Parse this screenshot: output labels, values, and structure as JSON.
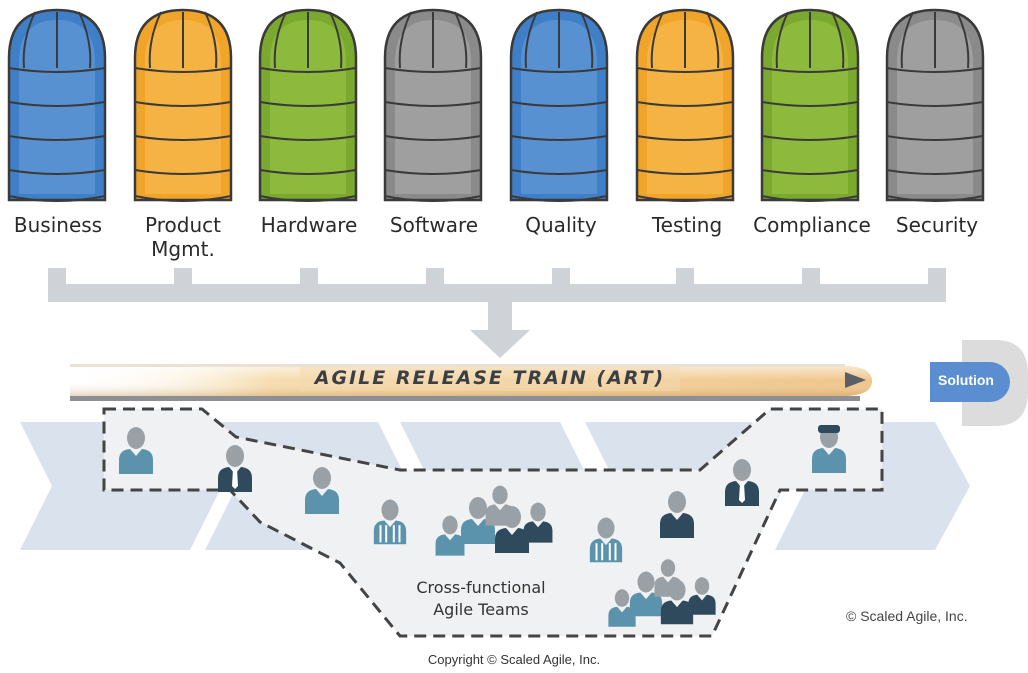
{
  "silos": [
    {
      "label": "Business",
      "color": "#3f7fc7",
      "light": "#6ea1db"
    },
    {
      "label": "Product Mgmt.",
      "color": "#f0a52a",
      "light": "#f7bf55"
    },
    {
      "label": "Hardware",
      "color": "#7ba82e",
      "light": "#9cc649"
    },
    {
      "label": "Software",
      "color": "#8a8a8a",
      "light": "#b0b0b0"
    },
    {
      "label": "Quality",
      "color": "#3f7fc7",
      "light": "#6ea1db"
    },
    {
      "label": "Testing",
      "color": "#f0a52a",
      "light": "#f7bf55"
    },
    {
      "label": "Compliance",
      "color": "#7ba82e",
      "light": "#9cc649"
    },
    {
      "label": "Security",
      "color": "#8a8a8a",
      "light": "#b0b0b0"
    }
  ],
  "train": {
    "title": "AGILE RELEASE TRAIN (ART)"
  },
  "solution": {
    "label": "Solution"
  },
  "teams": {
    "caption_line1": "Cross-functional",
    "caption_line2": "Agile Teams"
  },
  "copyright": {
    "right": "© Scaled Agile, Inc.",
    "bottom": "Copyright © Scaled Agile, Inc."
  },
  "colors": {
    "connector": "#cfd2d6",
    "chevron": "#d9e2ed",
    "person_dark": "#2f4a5c",
    "person_teal": "#5b93ac",
    "person_gray": "#9aa1a6"
  }
}
